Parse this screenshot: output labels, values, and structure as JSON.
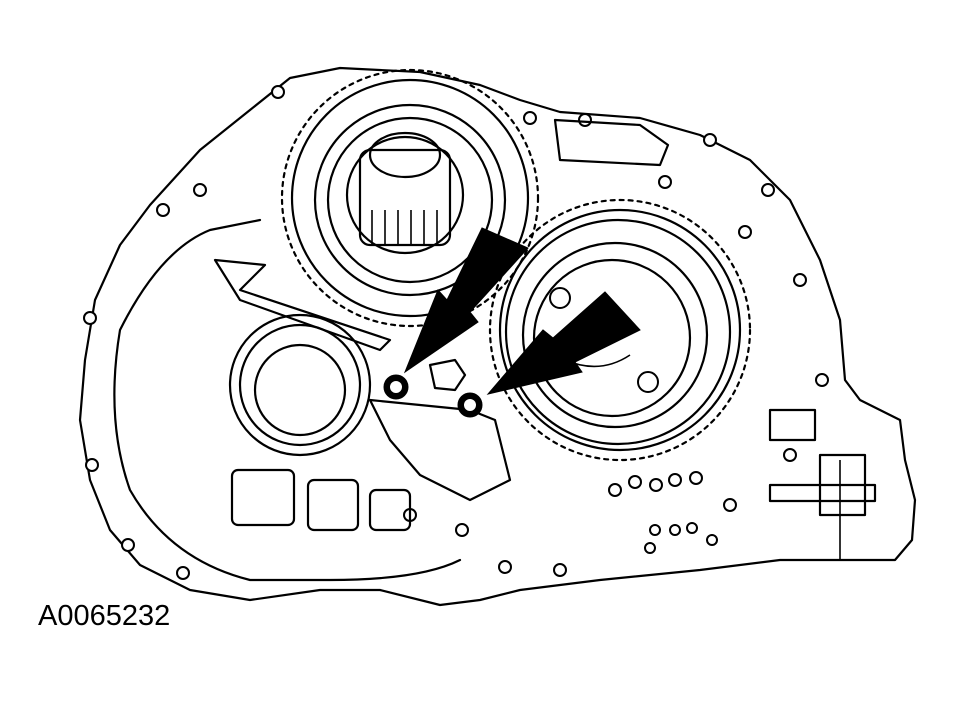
{
  "figure": {
    "caption": "A0065232",
    "colors": {
      "line": "#000000",
      "background": "#ffffff"
    },
    "callouts": [
      {
        "name": "left-arrow",
        "target": "left-seal"
      },
      {
        "name": "right-arrow",
        "target": "right-seal"
      }
    ]
  }
}
